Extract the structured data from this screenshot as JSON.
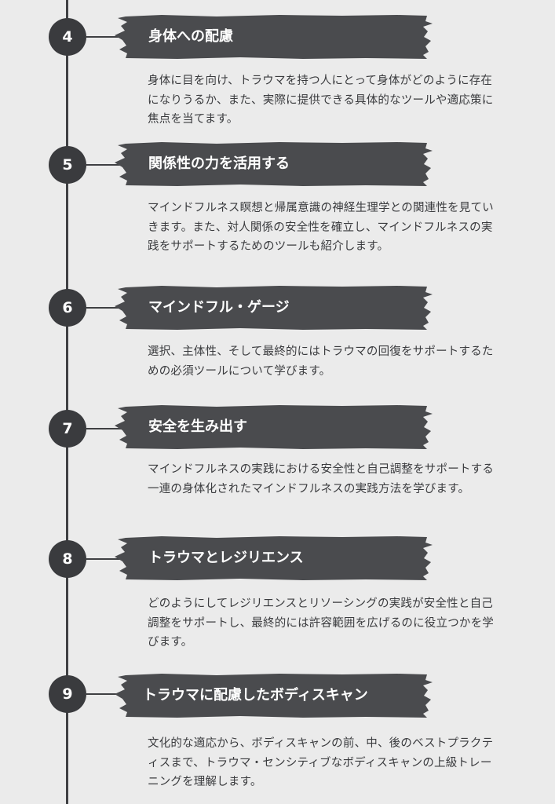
{
  "colors": {
    "background": "#ebebeb",
    "banner": "#4a4b4e",
    "circle": "#3a3b3e",
    "line": "#3f4043",
    "banner_text": "#ffffff",
    "body_text": "#3a3b3e"
  },
  "steps": [
    {
      "number": "4",
      "title": "身体への配慮",
      "description": "身体に目を向け、トラウマを持つ人にとって身体がどのように存在になりうるか、また、実際に提供できる具体的なツールや適応策に焦点を当てます。"
    },
    {
      "number": "5",
      "title": "関係性の力を活用する",
      "description": "マインドフルネス瞑想と帰属意識の神経生理学との関連性を見ていきます。また、対人関係の安全性を確立し、マインドフルネスの実践をサポートするためのツールも紹介します。"
    },
    {
      "number": "6",
      "title": "マインドフル・ゲージ",
      "description": "選択、主体性、そして最終的にはトラウマの回復をサポートするための必須ツールについて学びます。"
    },
    {
      "number": "7",
      "title": "安全を生み出す",
      "description": "マインドフルネスの実践における安全性と自己調整をサポートする一連の身体化されたマインドフルネスの実践方法を学びます。"
    },
    {
      "number": "8",
      "title": "トラウマとレジリエンス",
      "description": "どのようにしてレジリエンスとリソーシングの実践が安全性と自己調整をサポートし、最終的には許容範囲を広げるのに役立つかを学びます。"
    },
    {
      "number": "9",
      "title": "トラウマに配慮したボディスキャン",
      "description": "文化的な適応から、ボディスキャンの前、中、後のベストプラクティスまで、トラウマ・センシティブなボディスキャンの上級トレーニングを理解します。"
    }
  ]
}
